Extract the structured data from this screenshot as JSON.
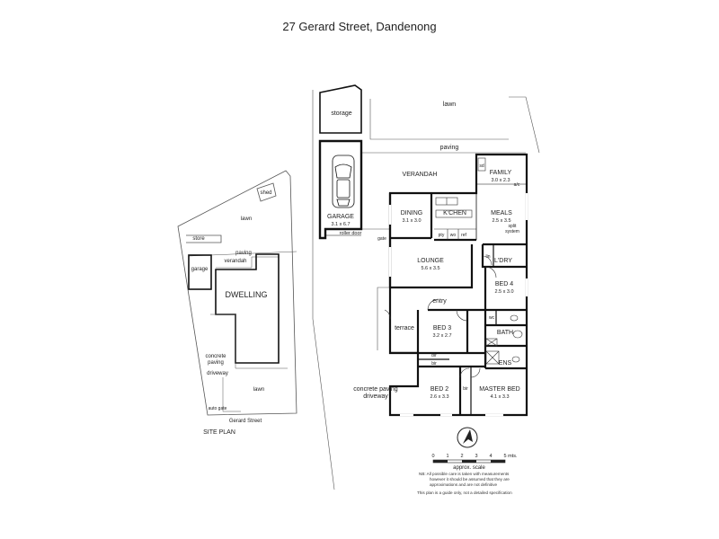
{
  "title": "27 Gerard Street, Dandenong",
  "site_plan": {
    "heading": "SITE PLAN",
    "shed": "shed",
    "lawn_top": "lawn",
    "store": "store",
    "paving": "paving",
    "garage": "garage",
    "verandah": "verandah",
    "dwelling": "DWELLING",
    "concrete_l1": "concrete",
    "concrete_l2": "paving",
    "driveway": "driveway",
    "lawn_bottom": "lawn",
    "auto_gate": "auto gate",
    "street": "Gerard Street"
  },
  "floor_plan": {
    "storage": "storage",
    "lawn": "lawn",
    "paving": "paving",
    "verandah": "VERANDAH",
    "family": {
      "name": "FAMILY",
      "size": "3.0 x 2.3"
    },
    "sd": "sd",
    "ac": "a/c",
    "garage": {
      "name": "GARAGE",
      "size": "3.1 x 6.7"
    },
    "roller_door": "roller door",
    "gate": "gate",
    "dining": {
      "name": "DINING",
      "size": "3.1 x 3.0"
    },
    "kitchen": "K'CHEN",
    "pty": "pty",
    "wo": "wo",
    "ref": "ref",
    "meals": {
      "name": "MEALS",
      "size": "2.5 x 3.5"
    },
    "split_1": "split",
    "split_2": "system",
    "lounge": {
      "name": "LOUNGE",
      "size": "5.6 x 3.5"
    },
    "lin": "lin",
    "ldry": "L'DRY",
    "bed4": {
      "name": "BED 4",
      "size": "2.5 x 3.0"
    },
    "entry": "entry",
    "wc": "wc",
    "terrace": "terrace",
    "bed3": {
      "name": "BED 3",
      "size": "3.2 x 2.7"
    },
    "bath": "BATH",
    "ens": "ENS",
    "bir1": "bir",
    "bir2": "bir",
    "bir3": "bir",
    "concrete_1": "concrete paving",
    "concrete_2": "driveway",
    "bed2": {
      "name": "BED 2",
      "size": "2.6 x 3.3"
    },
    "master": {
      "name": "MASTER BED",
      "size": "4.1 x 3.3"
    }
  },
  "scale": {
    "ticks": [
      "0",
      "1",
      "2",
      "3",
      "4",
      "5 mts."
    ],
    "label": "approx. scale"
  },
  "notes": {
    "nb_1": "NB:  All possible care is taken with measurements",
    "nb_2": "however it should be assumed that they are",
    "nb_3": "approximations and are not definitive",
    "disclaimer": "This plan is a guide only, not a detailed specification"
  }
}
